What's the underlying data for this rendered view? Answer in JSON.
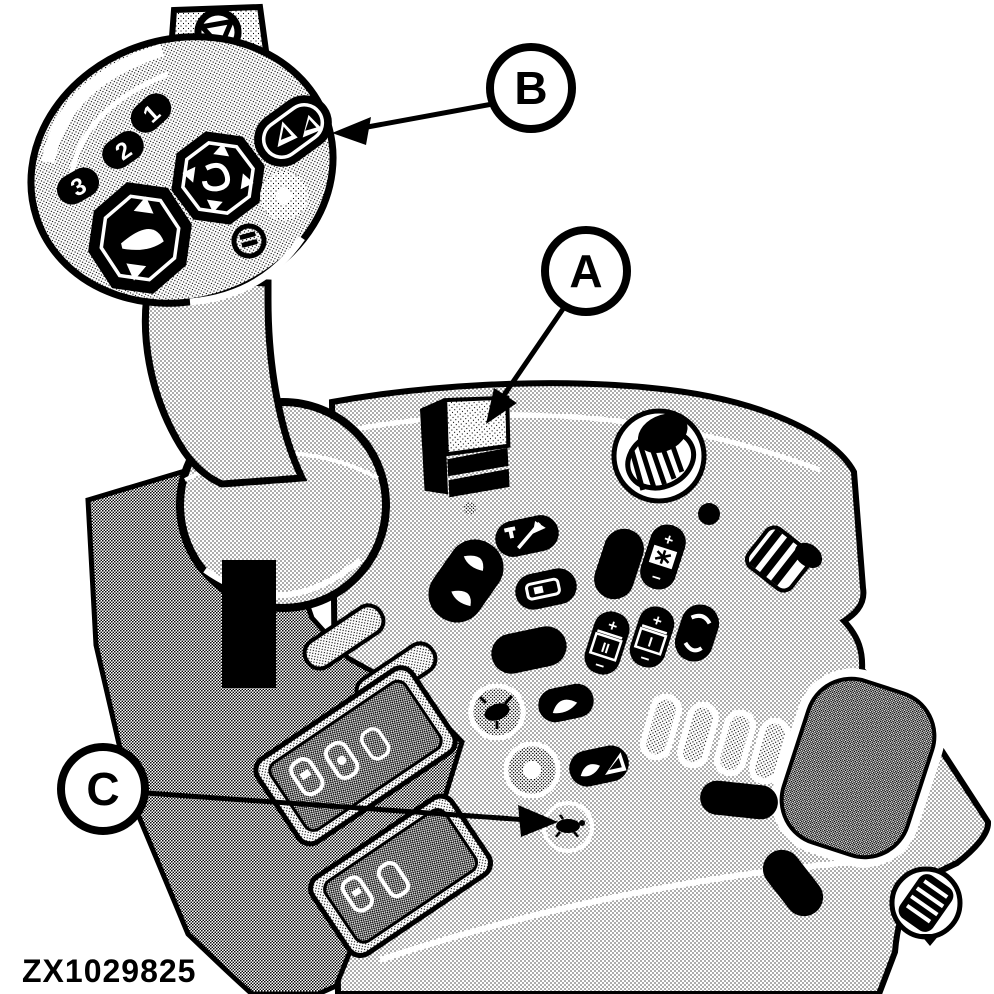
{
  "figure": {
    "code": "ZX1029825",
    "ink_color": "#000000",
    "background_color": "#ffffff",
    "callouts": [
      {
        "label": "A"
      },
      {
        "label": "B"
      },
      {
        "label": "C"
      }
    ],
    "joystick": {
      "speed_buttons": [
        {
          "label": "1"
        },
        {
          "label": "2"
        },
        {
          "label": "3"
        }
      ],
      "icons": [
        "quick-stop-triangle-icon",
        "dual-wedge-rocker-icon",
        "implement-dpad-icon",
        "hitch-dpad-icon",
        "thumb-swirl-pad-icon",
        "aux-function-icon"
      ]
    },
    "console": {
      "symbols": {
        "plus": "+",
        "minus": "−",
        "roman_one": "I",
        "roman_two": "II"
      },
      "icons": [
        "rocker-switch-icon",
        "rotary-knob-icon",
        "cursor-arrow-icon",
        "double-hook-icon",
        "implement-side-icon",
        "asterisk-valve-icon",
        "stripe-rocker-icon",
        "sprayer-icon",
        "hitch-curl-icon",
        "hitch-wedge-icon",
        "turtle-slow-icon",
        "thumbwheel-icon",
        "finger-grooves",
        "switch-bank-icons"
      ]
    }
  }
}
